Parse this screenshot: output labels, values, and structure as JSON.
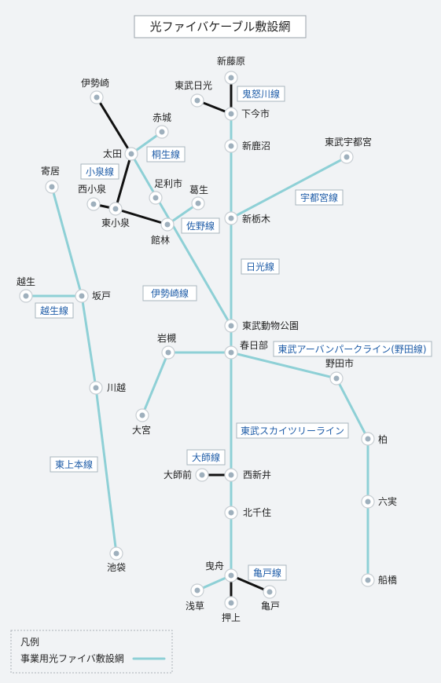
{
  "title": "光ファイバケーブル敷設網",
  "colors": {
    "fiber": "#8ed0d6",
    "other_line": "#111111",
    "line_label": "#1f5da8",
    "background": "#f1f3f5"
  },
  "stations": [
    {
      "id": "shinfujiwara",
      "name": "新藤原"
    },
    {
      "id": "tobunikko",
      "name": "東武日光"
    },
    {
      "id": "shimoimaichi",
      "name": "下今市"
    },
    {
      "id": "shinkanuma",
      "name": "新鹿沼"
    },
    {
      "id": "tobuutsunomiya",
      "name": "東武宇都宮"
    },
    {
      "id": "shintochigi",
      "name": "新栃木"
    },
    {
      "id": "isesaki",
      "name": "伊勢崎"
    },
    {
      "id": "akagi",
      "name": "赤城"
    },
    {
      "id": "ota",
      "name": "太田"
    },
    {
      "id": "ashikagashi",
      "name": "足利市"
    },
    {
      "id": "kuzuu",
      "name": "葛生"
    },
    {
      "id": "nishikoizumi",
      "name": "西小泉"
    },
    {
      "id": "higashikoizumi",
      "name": "東小泉"
    },
    {
      "id": "tatebayashi",
      "name": "館林"
    },
    {
      "id": "yorii",
      "name": "寄居"
    },
    {
      "id": "ogose",
      "name": "越生"
    },
    {
      "id": "sakado",
      "name": "坂戸"
    },
    {
      "id": "kawagoe",
      "name": "川越"
    },
    {
      "id": "ikebukuro",
      "name": "池袋"
    },
    {
      "id": "tobudobutsukoen",
      "name": "東武動物公園"
    },
    {
      "id": "kasukabe",
      "name": "春日部"
    },
    {
      "id": "iwatsuki",
      "name": "岩槻"
    },
    {
      "id": "omiya",
      "name": "大宮"
    },
    {
      "id": "nodashi",
      "name": "野田市"
    },
    {
      "id": "kashiwa",
      "name": "柏"
    },
    {
      "id": "mutsumi",
      "name": "六実"
    },
    {
      "id": "funabashi",
      "name": "船橋"
    },
    {
      "id": "daishimae",
      "name": "大師前"
    },
    {
      "id": "nishiarai",
      "name": "西新井"
    },
    {
      "id": "kitasenju",
      "name": "北千住"
    },
    {
      "id": "hikifune",
      "name": "曳舟"
    },
    {
      "id": "asakusa",
      "name": "浅草"
    },
    {
      "id": "oshiage",
      "name": "押上"
    },
    {
      "id": "kameido",
      "name": "亀戸"
    }
  ],
  "line_labels": [
    {
      "id": "kinugawa",
      "name": "鬼怒川線"
    },
    {
      "id": "utsunomiya",
      "name": "宇都宮線"
    },
    {
      "id": "kiryu",
      "name": "桐生線"
    },
    {
      "id": "koizumi",
      "name": "小泉線"
    },
    {
      "id": "sano",
      "name": "佐野線"
    },
    {
      "id": "nikko",
      "name": "日光線"
    },
    {
      "id": "ogose_line",
      "name": "越生線"
    },
    {
      "id": "isesaki_line",
      "name": "伊勢崎線"
    },
    {
      "id": "urban_park",
      "name": "東武アーバンパークライン(野田線)"
    },
    {
      "id": "skytree",
      "name": "東武スカイツリーライン"
    },
    {
      "id": "daishi",
      "name": "大師線"
    },
    {
      "id": "tojo",
      "name": "東上本線"
    },
    {
      "id": "kameido_line",
      "name": "亀戸線"
    }
  ],
  "legend": {
    "heading": "凡例",
    "item": "事業用光ファイバ敷設網"
  }
}
